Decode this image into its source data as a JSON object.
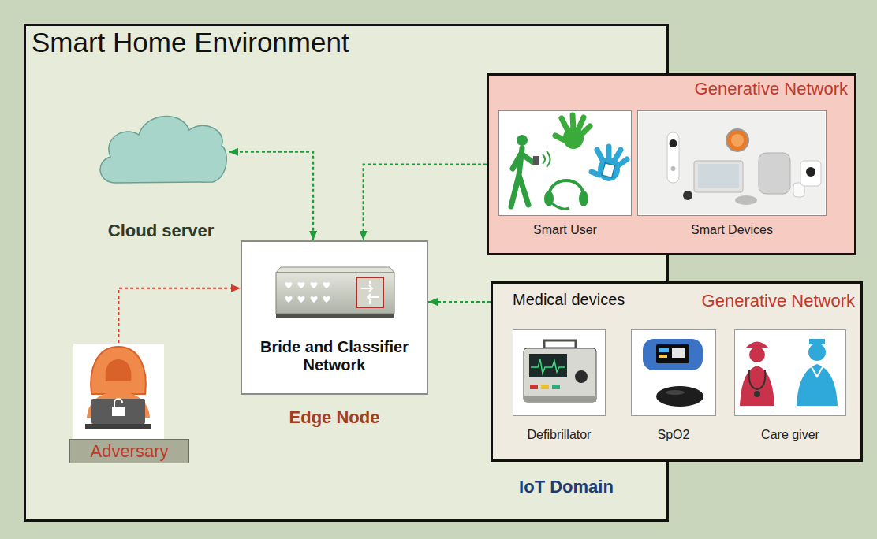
{
  "diagram": {
    "nodes": [
      {
        "text": [
          "Smart Home Environment"
        ]
      },
      {
        "text": [
          "Cloud server"
        ],
        "in": 0
      },
      {
        "text": [
          "Generative Network"
        ],
        "in": 0
      },
      {
        "text": [
          "Smart User"
        ],
        "in": 2
      },
      {
        "text": [
          "Smart Devices"
        ],
        "in": 2
      },
      {
        "text": [
          "Bride and Classifier Network",
          "Edge Node"
        ],
        "in": 0
      },
      {
        "text": [
          "Medical devices",
          "Generative Network",
          "IoT Domain"
        ],
        "in": 0
      },
      {
        "text": [
          "Defibrillator"
        ],
        "in": 6
      },
      {
        "text": [
          "SpO2"
        ],
        "in": 6
      },
      {
        "text": [
          "Care giver"
        ],
        "in": 6
      },
      {
        "text": [
          "Adversary"
        ],
        "in": 0
      }
    ],
    "edges": [
      {
        "from": 1,
        "to": 5,
        "arrow": "both"
      },
      {
        "from": 2,
        "to": 5,
        "arrow": "to"
      },
      {
        "from": 6,
        "to": 5,
        "arrow": "to"
      },
      {
        "from": 10,
        "to": 5,
        "arrow": "to"
      }
    ]
  }
}
